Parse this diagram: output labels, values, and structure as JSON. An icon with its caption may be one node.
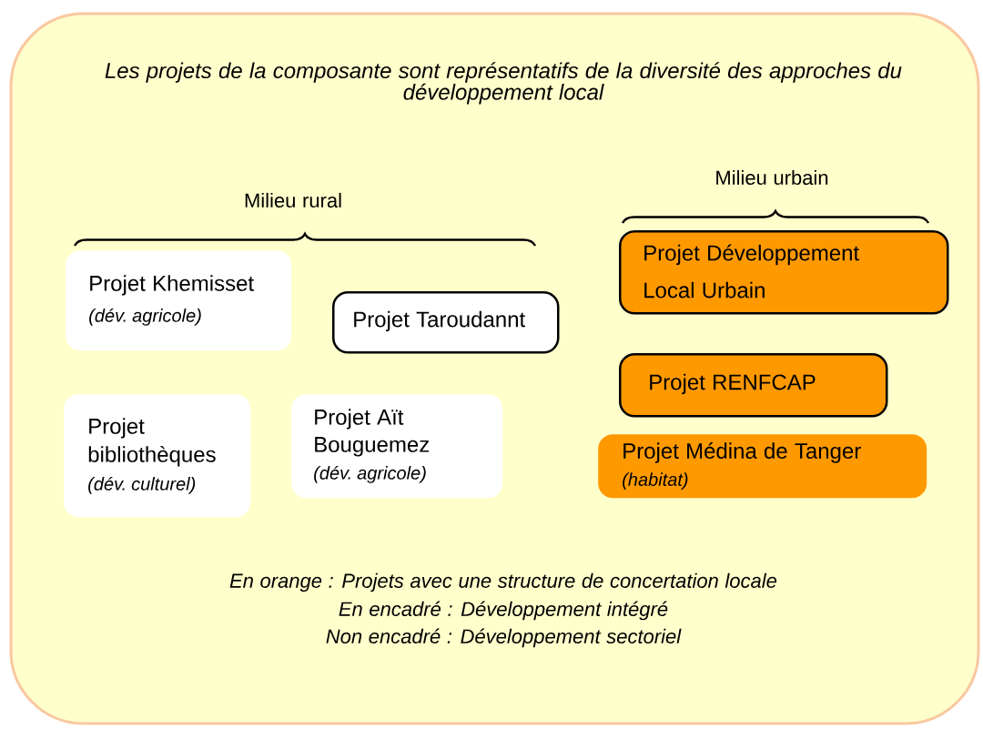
{
  "diagram": {
    "title": "Les projets de la composante sont représentatifs de la diversité des approches du développement local",
    "nodes": [
      {
        "text": [
          "Projet Khemisset",
          "(dév. agricole)"
        ]
      },
      {
        "text": [
          "Projet Taroudannt"
        ]
      },
      {
        "text": [
          "Projet bibliothèques",
          "(dév. culturel)"
        ]
      },
      {
        "text": [
          "Projet Aït Bouguemez",
          "(dév. agricole)"
        ]
      },
      {
        "text": [
          "Projet Développement Local Urbain"
        ]
      },
      {
        "text": [
          "Projet RENFCAP"
        ]
      },
      {
        "text": [
          "Projet Médina de Tanger",
          "(habitat)"
        ]
      }
    ],
    "labels": [
      "Milieu rural",
      "Milieu urbain",
      "En orange : Projets avec une structure de concertation locale",
      "En encadré : Développement intégré",
      "Non encadré : Développement sectoriel"
    ]
  }
}
